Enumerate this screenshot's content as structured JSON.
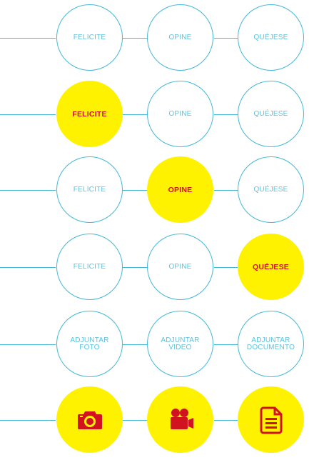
{
  "colors": {
    "line": "#45b8d6",
    "inactive_text": "#5ec2dd",
    "active_fill": "#fff200",
    "active_text": "#d1121f"
  },
  "rows": [
    {
      "buttons": [
        {
          "label": "FELICITE",
          "active": false
        },
        {
          "label": "OPINE",
          "active": false
        },
        {
          "label": "QUÉJESE",
          "active": false
        }
      ]
    },
    {
      "buttons": [
        {
          "label": "FELICITE",
          "active": true
        },
        {
          "label": "OPINE",
          "active": false
        },
        {
          "label": "QUÉJESE",
          "active": false
        }
      ]
    },
    {
      "buttons": [
        {
          "label": "FELICITE",
          "active": false
        },
        {
          "label": "OPINE",
          "active": true
        },
        {
          "label": "QUÉJESE",
          "active": false
        }
      ]
    },
    {
      "buttons": [
        {
          "label": "FELICITE",
          "active": false
        },
        {
          "label": "OPINE",
          "active": false
        },
        {
          "label": "QUÉJESE",
          "active": true
        }
      ]
    },
    {
      "buttons": [
        {
          "label_line1": "ADJUNTAR",
          "label_line2": "FOTO"
        },
        {
          "label_line1": "ADJUNTAR",
          "label_line2": "VIDEO"
        },
        {
          "label_line1": "ADJUNTAR",
          "label_line2": "DOCUMENTO"
        }
      ]
    },
    {
      "buttons": [
        {
          "icon": "camera-icon",
          "active": true
        },
        {
          "icon": "video-camera-icon",
          "active": true
        },
        {
          "icon": "document-icon",
          "active": true
        }
      ]
    }
  ]
}
